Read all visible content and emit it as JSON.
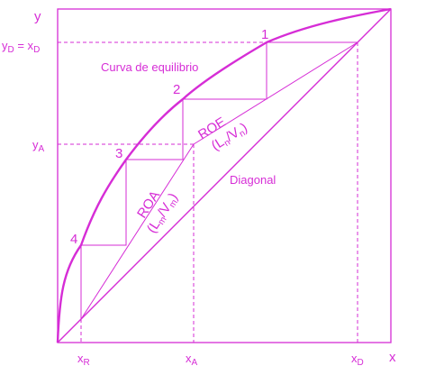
{
  "colors": {
    "line": "#d62dd6",
    "background": "#ffffff"
  },
  "axes": {
    "y_label": "y",
    "x_label": "x"
  },
  "left_labels": {
    "yd_main": "y",
    "yd_sub": "D",
    "yd_eq": " = x",
    "yd_sub2": "D",
    "ya_main": "y",
    "ya_sub": "A"
  },
  "bottom_labels": {
    "xr_main": "x",
    "xr_sub": "R",
    "xa_main": "x",
    "xa_sub": "A",
    "xd_main": "x",
    "xd_sub": "D"
  },
  "curve_label": "Curva de equilibrio",
  "diagonal_label": "Diagonal",
  "roe": {
    "title": "ROE",
    "paren_open": "(L",
    "sub1": "n",
    "slash": "/V",
    "sub2": "n",
    "paren_close": ")"
  },
  "roa": {
    "title": "ROA",
    "paren_open": "(L",
    "sub1": "m",
    "slash": "/V",
    "sub2": "m",
    "paren_close": ")"
  },
  "stages": [
    "1",
    "2",
    "3",
    "4"
  ]
}
